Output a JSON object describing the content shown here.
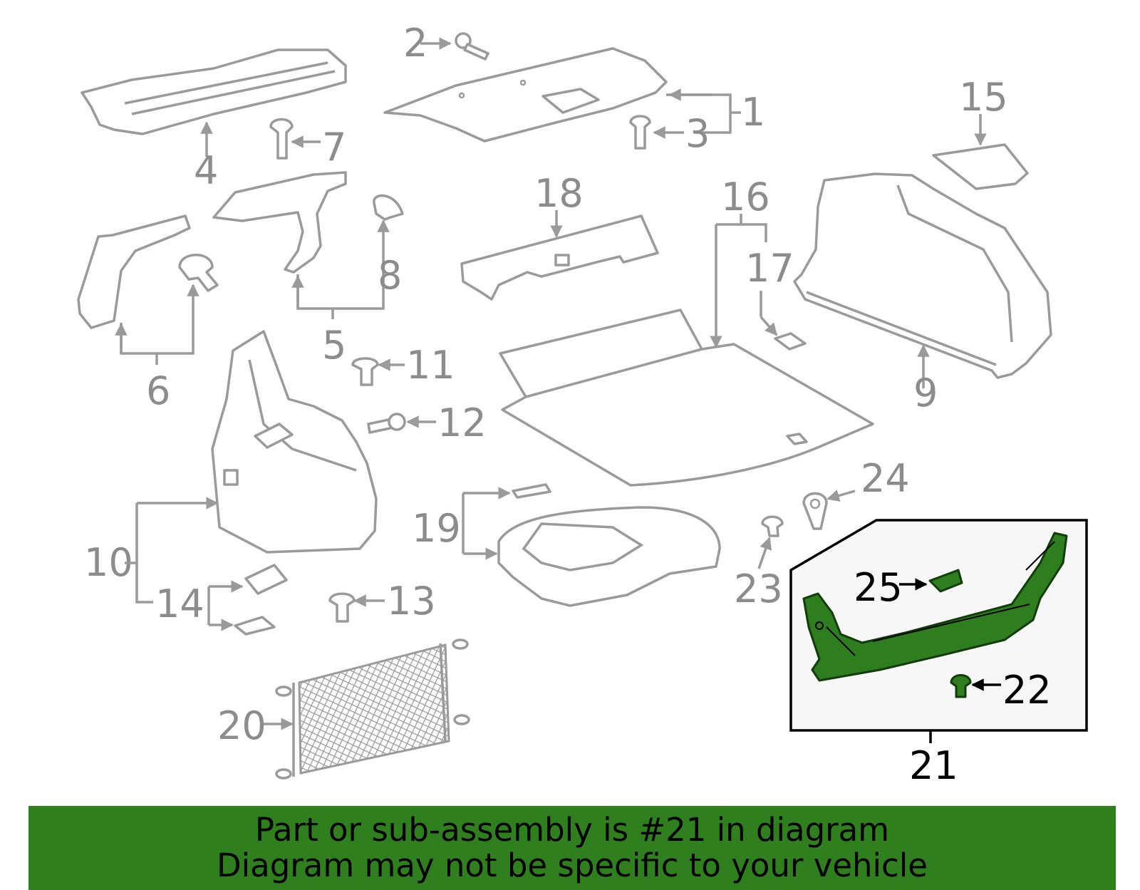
{
  "callouts": {
    "c1": "1",
    "c2": "2",
    "c3": "3",
    "c4": "4",
    "c5": "5",
    "c6": "6",
    "c7": "7",
    "c8": "8",
    "c9": "9",
    "c10": "10",
    "c11": "11",
    "c12": "12",
    "c13": "13",
    "c14": "14",
    "c15": "15",
    "c16": "16",
    "c17": "17",
    "c18": "18",
    "c19": "19",
    "c20": "20",
    "c21": "21",
    "c22": "22",
    "c23": "23",
    "c24": "24",
    "c25": "25"
  },
  "highlight_part": "21",
  "colors": {
    "banner": "#2f7f1f",
    "highlight": "#2e7d1f",
    "line": "#9a9a9a",
    "label": "#8c8c8c"
  },
  "banner": {
    "line1": "Part or sub-assembly is #21 in diagram",
    "line2": "Diagram may not be specific to your vehicle"
  }
}
